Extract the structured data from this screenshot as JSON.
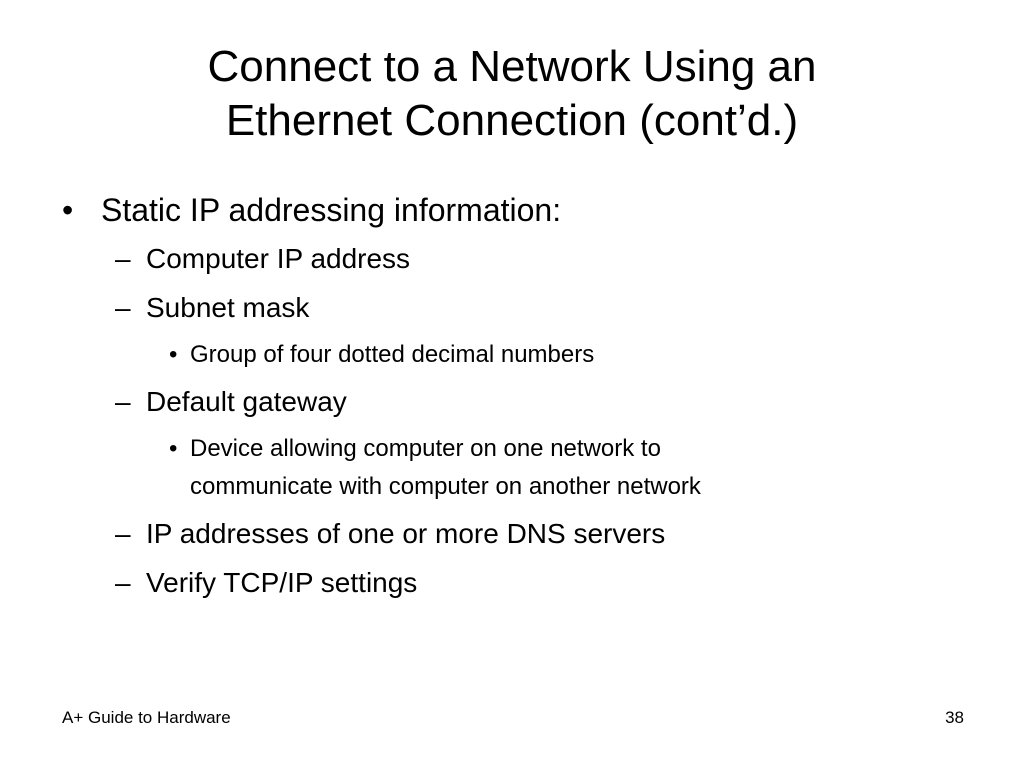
{
  "slide": {
    "title_line1": "Connect to a Network Using an",
    "title_line2": "Ethernet Connection (cont’d.)",
    "bullets": {
      "b1": {
        "marker": "•",
        "text": "Static IP addressing information:"
      },
      "b2": {
        "marker": "–",
        "text": "Computer IP address"
      },
      "b3": {
        "marker": "–",
        "text": "Subnet mask"
      },
      "b4": {
        "marker": "•",
        "text": "Group of four dotted decimal numbers"
      },
      "b5": {
        "marker": "–",
        "text": "Default gateway"
      },
      "b6": {
        "marker": "•",
        "text_line1": "Device allowing computer on one network to",
        "text_line2": "communicate with computer on another network"
      },
      "b7": {
        "marker": "–",
        "text": "IP addresses of one or more DNS servers"
      },
      "b8": {
        "marker": "–",
        "text": "Verify TCP/IP settings"
      }
    },
    "footer_left": "A+ Guide to Hardware",
    "page_number": "38"
  }
}
